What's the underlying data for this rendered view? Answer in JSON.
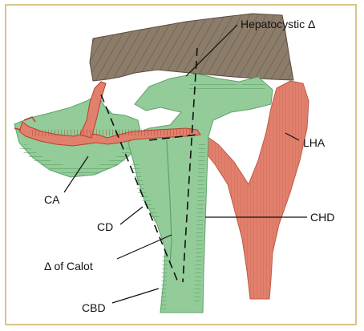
{
  "labels": {
    "hepatocystic": "Hepatocystic Δ",
    "lha": "LHA",
    "ca": "CA",
    "cd": "CD",
    "chd": "CHD",
    "calot": "Δ of Calot",
    "cbd": "CBD"
  },
  "colors": {
    "frame": "#d9c48a",
    "liver": "#8c7c6a",
    "duct": "#93cc99",
    "duct_hatch": "#4f9a5c",
    "artery": "#e0806d",
    "artery_hatch": "#b6402e",
    "line": "#111111"
  }
}
